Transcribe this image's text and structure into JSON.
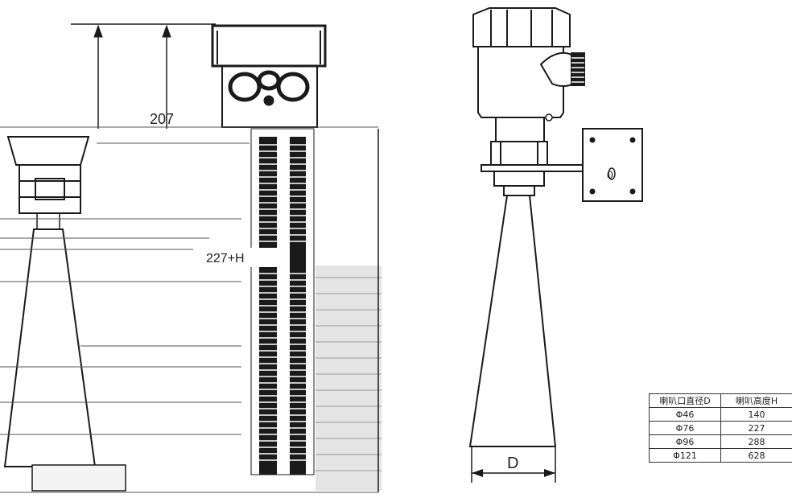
{
  "left_drawing": {
    "dimension_top": "207",
    "dimension_mid": "227+H"
  },
  "right_drawing": {
    "diameter_label": "D",
    "bracket_symbol": "0"
  },
  "spec_table": {
    "headers": [
      "喇叭口直径D",
      "喇叭高度H"
    ],
    "rows": [
      [
        "Φ46",
        "140"
      ],
      [
        "Φ76",
        "227"
      ],
      [
        "Φ96",
        "288"
      ],
      [
        "Φ121",
        "628"
      ]
    ]
  },
  "colors": {
    "line": "#1a1a1a",
    "background": "#ffffff",
    "fill_light": "#f4f4f4"
  }
}
